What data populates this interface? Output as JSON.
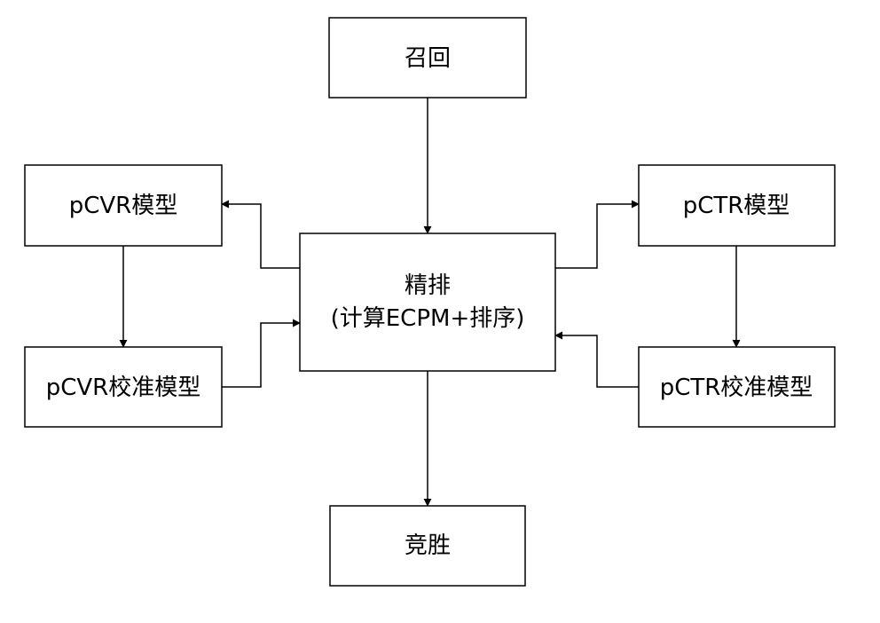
{
  "nodes": {
    "recall": {
      "label": "召回"
    },
    "ranking": {
      "line1": "精排",
      "line2": "(计算ECPM+排序)"
    },
    "win": {
      "label": "竞胜"
    },
    "pcvr_model": {
      "label": "pCVR模型"
    },
    "pcvr_calibration": {
      "label": "pCVR校准模型"
    },
    "pctr_model": {
      "label": "pCTR模型"
    },
    "pctr_calibration": {
      "label": "pCTR校准模型"
    }
  },
  "edges": [
    {
      "from": "recall",
      "to": "ranking"
    },
    {
      "from": "ranking",
      "to": "win"
    },
    {
      "from": "ranking",
      "to": "pcvr_model"
    },
    {
      "from": "pcvr_model",
      "to": "pcvr_calibration"
    },
    {
      "from": "pcvr_calibration",
      "to": "ranking"
    },
    {
      "from": "ranking",
      "to": "pctr_model"
    },
    {
      "from": "pctr_model",
      "to": "pctr_calibration"
    },
    {
      "from": "pctr_calibration",
      "to": "ranking"
    }
  ],
  "colors": {
    "stroke": "#000000",
    "fill": "#ffffff"
  }
}
